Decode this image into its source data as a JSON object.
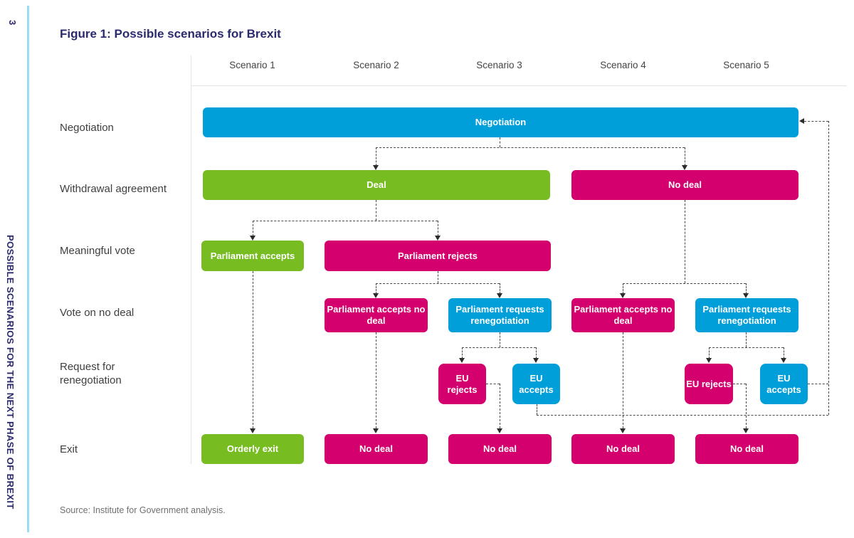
{
  "page": {
    "number": "3",
    "sidebar_text": "POSSIBLE SCENARIOS FOR THE NEXT PHASE OF BREXIT",
    "title": "Figure 1: Possible scenarios for Brexit",
    "source": "Source: Institute for Government analysis."
  },
  "columns": [
    "Scenario 1",
    "Scenario 2",
    "Scenario 3",
    "Scenario 4",
    "Scenario 5"
  ],
  "rows": [
    "Negotiation",
    "Withdrawal agreement",
    "Meaningful vote",
    "Vote on no deal",
    "Request for renegotiation",
    "Exit"
  ],
  "colors": {
    "blue": "#009fda",
    "green": "#77bc21",
    "pink": "#d4006d",
    "navy": "#2b2a6e",
    "accent_light_blue": "#9bdcf4",
    "connector_gray": "#4a4a4a"
  },
  "nodes": {
    "negotiation": {
      "label": "Negotiation",
      "color": "blue"
    },
    "deal": {
      "label": "Deal",
      "color": "green"
    },
    "no_deal_agreement": {
      "label": "No deal",
      "color": "pink"
    },
    "parliament_accepts": {
      "label": "Parliament accepts",
      "color": "green"
    },
    "parliament_rejects": {
      "label": "Parliament rejects",
      "color": "pink"
    },
    "parliament_accepts_no_deal_s2": {
      "label": "Parliament accepts no deal",
      "color": "pink"
    },
    "parliament_requests_renegotiation_s3": {
      "label": "Parliament requests renegotiation",
      "color": "blue"
    },
    "parliament_accepts_no_deal_s4": {
      "label": "Parliament accepts no deal",
      "color": "pink"
    },
    "parliament_requests_renegotiation_s5": {
      "label": "Parliament requests renegotiation",
      "color": "blue"
    },
    "eu_rejects_s3": {
      "label": "EU rejects",
      "color": "pink"
    },
    "eu_accepts_s3": {
      "label": "EU accepts",
      "color": "blue"
    },
    "eu_rejects_s5": {
      "label": "EU rejects",
      "color": "pink"
    },
    "eu_accepts_s5": {
      "label": "EU accepts",
      "color": "blue"
    },
    "orderly_exit": {
      "label": "Orderly exit",
      "color": "green"
    },
    "no_deal_exit_s2": {
      "label": "No deal",
      "color": "pink"
    },
    "no_deal_exit_s3": {
      "label": "No deal",
      "color": "pink"
    },
    "no_deal_exit_s4": {
      "label": "No deal",
      "color": "pink"
    },
    "no_deal_exit_s5": {
      "label": "No deal",
      "color": "pink"
    }
  },
  "edges": [
    {
      "from": "negotiation",
      "to": "deal"
    },
    {
      "from": "negotiation",
      "to": "no_deal_agreement"
    },
    {
      "from": "deal",
      "to": "parliament_accepts"
    },
    {
      "from": "deal",
      "to": "parliament_rejects"
    },
    {
      "from": "parliament_rejects",
      "to": "parliament_accepts_no_deal_s2"
    },
    {
      "from": "parliament_rejects",
      "to": "parliament_requests_renegotiation_s3"
    },
    {
      "from": "no_deal_agreement",
      "to": "parliament_accepts_no_deal_s4"
    },
    {
      "from": "no_deal_agreement",
      "to": "parliament_requests_renegotiation_s5"
    },
    {
      "from": "parliament_requests_renegotiation_s3",
      "to": "eu_rejects_s3"
    },
    {
      "from": "parliament_requests_renegotiation_s3",
      "to": "eu_accepts_s3"
    },
    {
      "from": "parliament_requests_renegotiation_s5",
      "to": "eu_rejects_s5"
    },
    {
      "from": "parliament_requests_renegotiation_s5",
      "to": "eu_accepts_s5"
    },
    {
      "from": "parliament_accepts",
      "to": "orderly_exit"
    },
    {
      "from": "parliament_accepts_no_deal_s2",
      "to": "no_deal_exit_s2"
    },
    {
      "from": "eu_rejects_s3",
      "to": "no_deal_exit_s3"
    },
    {
      "from": "parliament_accepts_no_deal_s4",
      "to": "no_deal_exit_s4"
    },
    {
      "from": "eu_rejects_s5",
      "to": "no_deal_exit_s5"
    },
    {
      "from": "eu_accepts_s3",
      "to": "negotiation"
    },
    {
      "from": "eu_accepts_s5",
      "to": "negotiation"
    }
  ]
}
